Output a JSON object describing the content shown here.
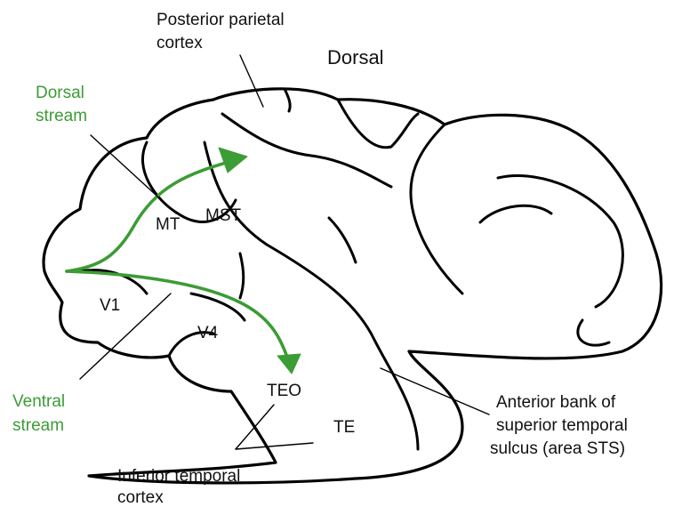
{
  "labels": {
    "posterior_parietal_line1": "Posterior parietal",
    "posterior_parietal_line2": "cortex",
    "dorsal": "Dorsal",
    "dorsal_stream_line1": "Dorsal",
    "dorsal_stream_line2": "stream",
    "ventral_stream_line1": "Ventral",
    "ventral_stream_line2": "stream",
    "mt": "MT",
    "mst": "MST",
    "v1": "V1",
    "v4": "V4",
    "teo": "TEO",
    "te": "TE",
    "anterior_bank_line1": "Anterior bank of",
    "anterior_bank_line2": "superior temporal",
    "anterior_bank_line3": "sulcus (area STS)",
    "inferior_temporal_line1": "Inferior temporal",
    "inferior_temporal_line2": "cortex"
  },
  "colors": {
    "stream": "#3c9c35",
    "outline": "#000000",
    "text": "#111111"
  }
}
